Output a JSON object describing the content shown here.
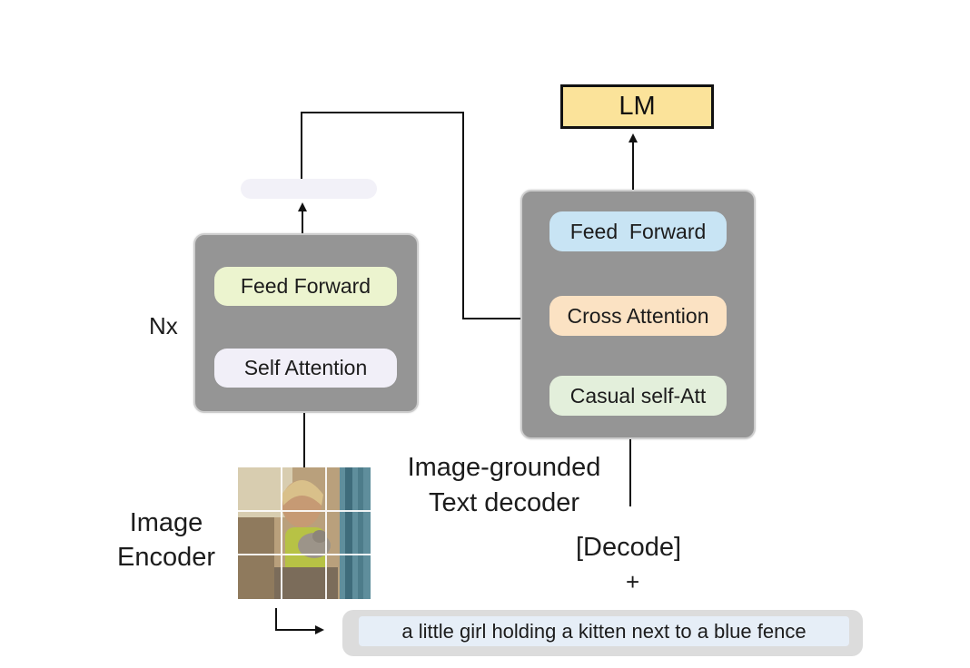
{
  "encoder": {
    "repeat_label": "Nx",
    "feed_forward": "Feed Forward",
    "self_attention": "Self Attention",
    "title_line1": "Image",
    "title_line2": "Encoder"
  },
  "decoder": {
    "feed_forward": "Feed  Forward",
    "cross_attention": "Cross Attention",
    "causal_self_att": "Casual self-Att",
    "title_line1": "Image-grounded",
    "title_line2": "Text decoder"
  },
  "head": {
    "lm": "LM"
  },
  "input": {
    "decode_token": "[Decode]",
    "plus": "+",
    "caption": "a little girl holding a kitten next to a blue fence"
  },
  "colors": {
    "block_fill": "#959595",
    "lm_fill": "#fbe39a",
    "encoder_feed_forward": "#ecf4cf",
    "encoder_self_attention": "#f1eff8",
    "decoder_feed_forward": "#c8e4f4",
    "decoder_cross_attention": "#fbe2c3",
    "decoder_causal_self_att": "#e3efdb"
  }
}
